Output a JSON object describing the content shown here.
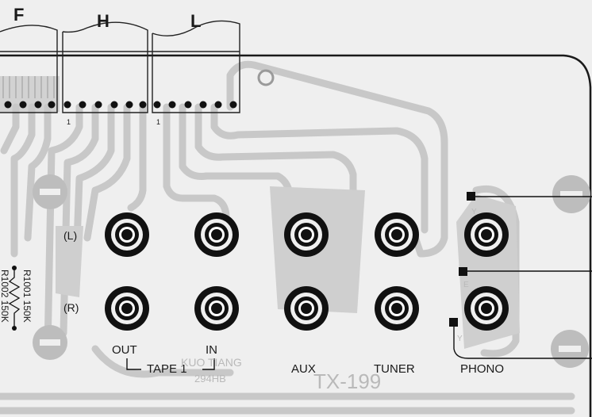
{
  "connectors": [
    {
      "id": "F",
      "label": "F"
    },
    {
      "id": "H",
      "label": "H"
    },
    {
      "id": "L",
      "label": "L"
    }
  ],
  "pin1_markers": [
    "1",
    "1"
  ],
  "channels": {
    "left": "(L)",
    "right": "(R)"
  },
  "jack_groups": [
    {
      "id": "out",
      "label": "OUT"
    },
    {
      "id": "in",
      "label": "IN"
    },
    {
      "id": "aux",
      "label": "AUX"
    },
    {
      "id": "tuner",
      "label": "TUNER"
    },
    {
      "id": "phono",
      "label": "PHONO"
    }
  ],
  "tape_label": "TAPE 1",
  "resistors": [
    {
      "ref": "R1001",
      "value": "150K",
      "text": "R1001 150K"
    },
    {
      "ref": "R1002",
      "value": "150K",
      "text": "R1002 150K"
    }
  ],
  "watermark": {
    "line1": "KUO TIANG",
    "line2": "294HB"
  },
  "model": "TX-199",
  "phono_marks": [
    "Y",
    "E",
    "Y"
  ],
  "colors": {
    "background": "#efefef",
    "trace": "#c8c8c8",
    "trace_edge": "#8a8a8a",
    "ink": "#111111",
    "hole": "#bdbdbd"
  }
}
